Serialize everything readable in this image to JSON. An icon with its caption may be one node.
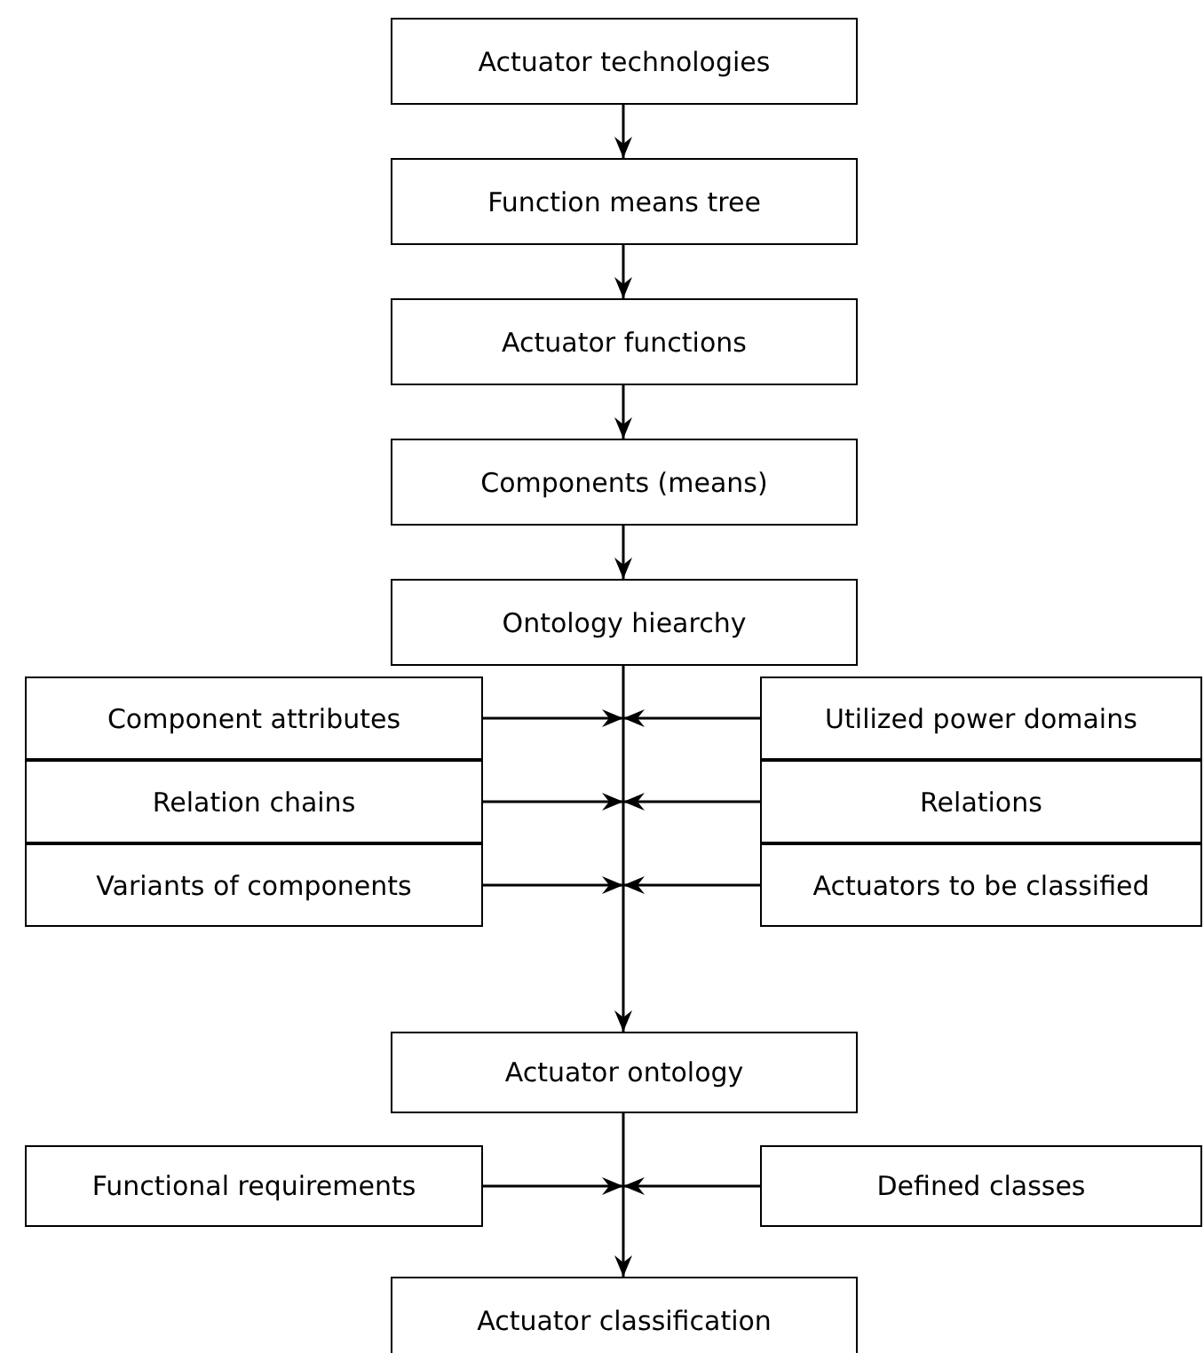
{
  "diagram": {
    "nodes": [
      {
        "text": [
          "Actuator technologies"
        ]
      },
      {
        "text": [
          "Function means tree"
        ]
      },
      {
        "text": [
          "Actuator functions"
        ]
      },
      {
        "text": [
          "Components (means)"
        ]
      },
      {
        "text": [
          "Ontology hiearchy"
        ]
      },
      {
        "text": [
          "Component attributes"
        ]
      },
      {
        "text": [
          "Utilized power domains"
        ]
      },
      {
        "text": [
          "Relation chains"
        ]
      },
      {
        "text": [
          "Relations"
        ]
      },
      {
        "text": [
          "Variants of components"
        ]
      },
      {
        "text": [
          "Actuators to be classified"
        ]
      },
      {
        "text": [
          "Actuator ontology"
        ]
      },
      {
        "text": [
          "Functional requirements"
        ]
      },
      {
        "text": [
          "Defined classes"
        ]
      },
      {
        "text": [
          "Actuator classification"
        ]
      }
    ],
    "edges": [
      {
        "from": 0,
        "to": 1,
        "arrow": "to"
      },
      {
        "from": 1,
        "to": 2,
        "arrow": "to"
      },
      {
        "from": 2,
        "to": 3,
        "arrow": "to"
      },
      {
        "from": 3,
        "to": 4,
        "arrow": "to"
      },
      {
        "from": 4,
        "to": 11,
        "arrow": "to"
      },
      {
        "from": 5,
        "to": 11,
        "arrow": "to"
      },
      {
        "from": 6,
        "to": 11,
        "arrow": "to"
      },
      {
        "from": 7,
        "to": 11,
        "arrow": "to"
      },
      {
        "from": 8,
        "to": 11,
        "arrow": "to"
      },
      {
        "from": 9,
        "to": 11,
        "arrow": "to"
      },
      {
        "from": 10,
        "to": 11,
        "arrow": "to"
      },
      {
        "from": 11,
        "to": 14,
        "arrow": "to"
      },
      {
        "from": 12,
        "to": 14,
        "arrow": "to"
      },
      {
        "from": 13,
        "to": 14,
        "arrow": "to"
      }
    ]
  }
}
